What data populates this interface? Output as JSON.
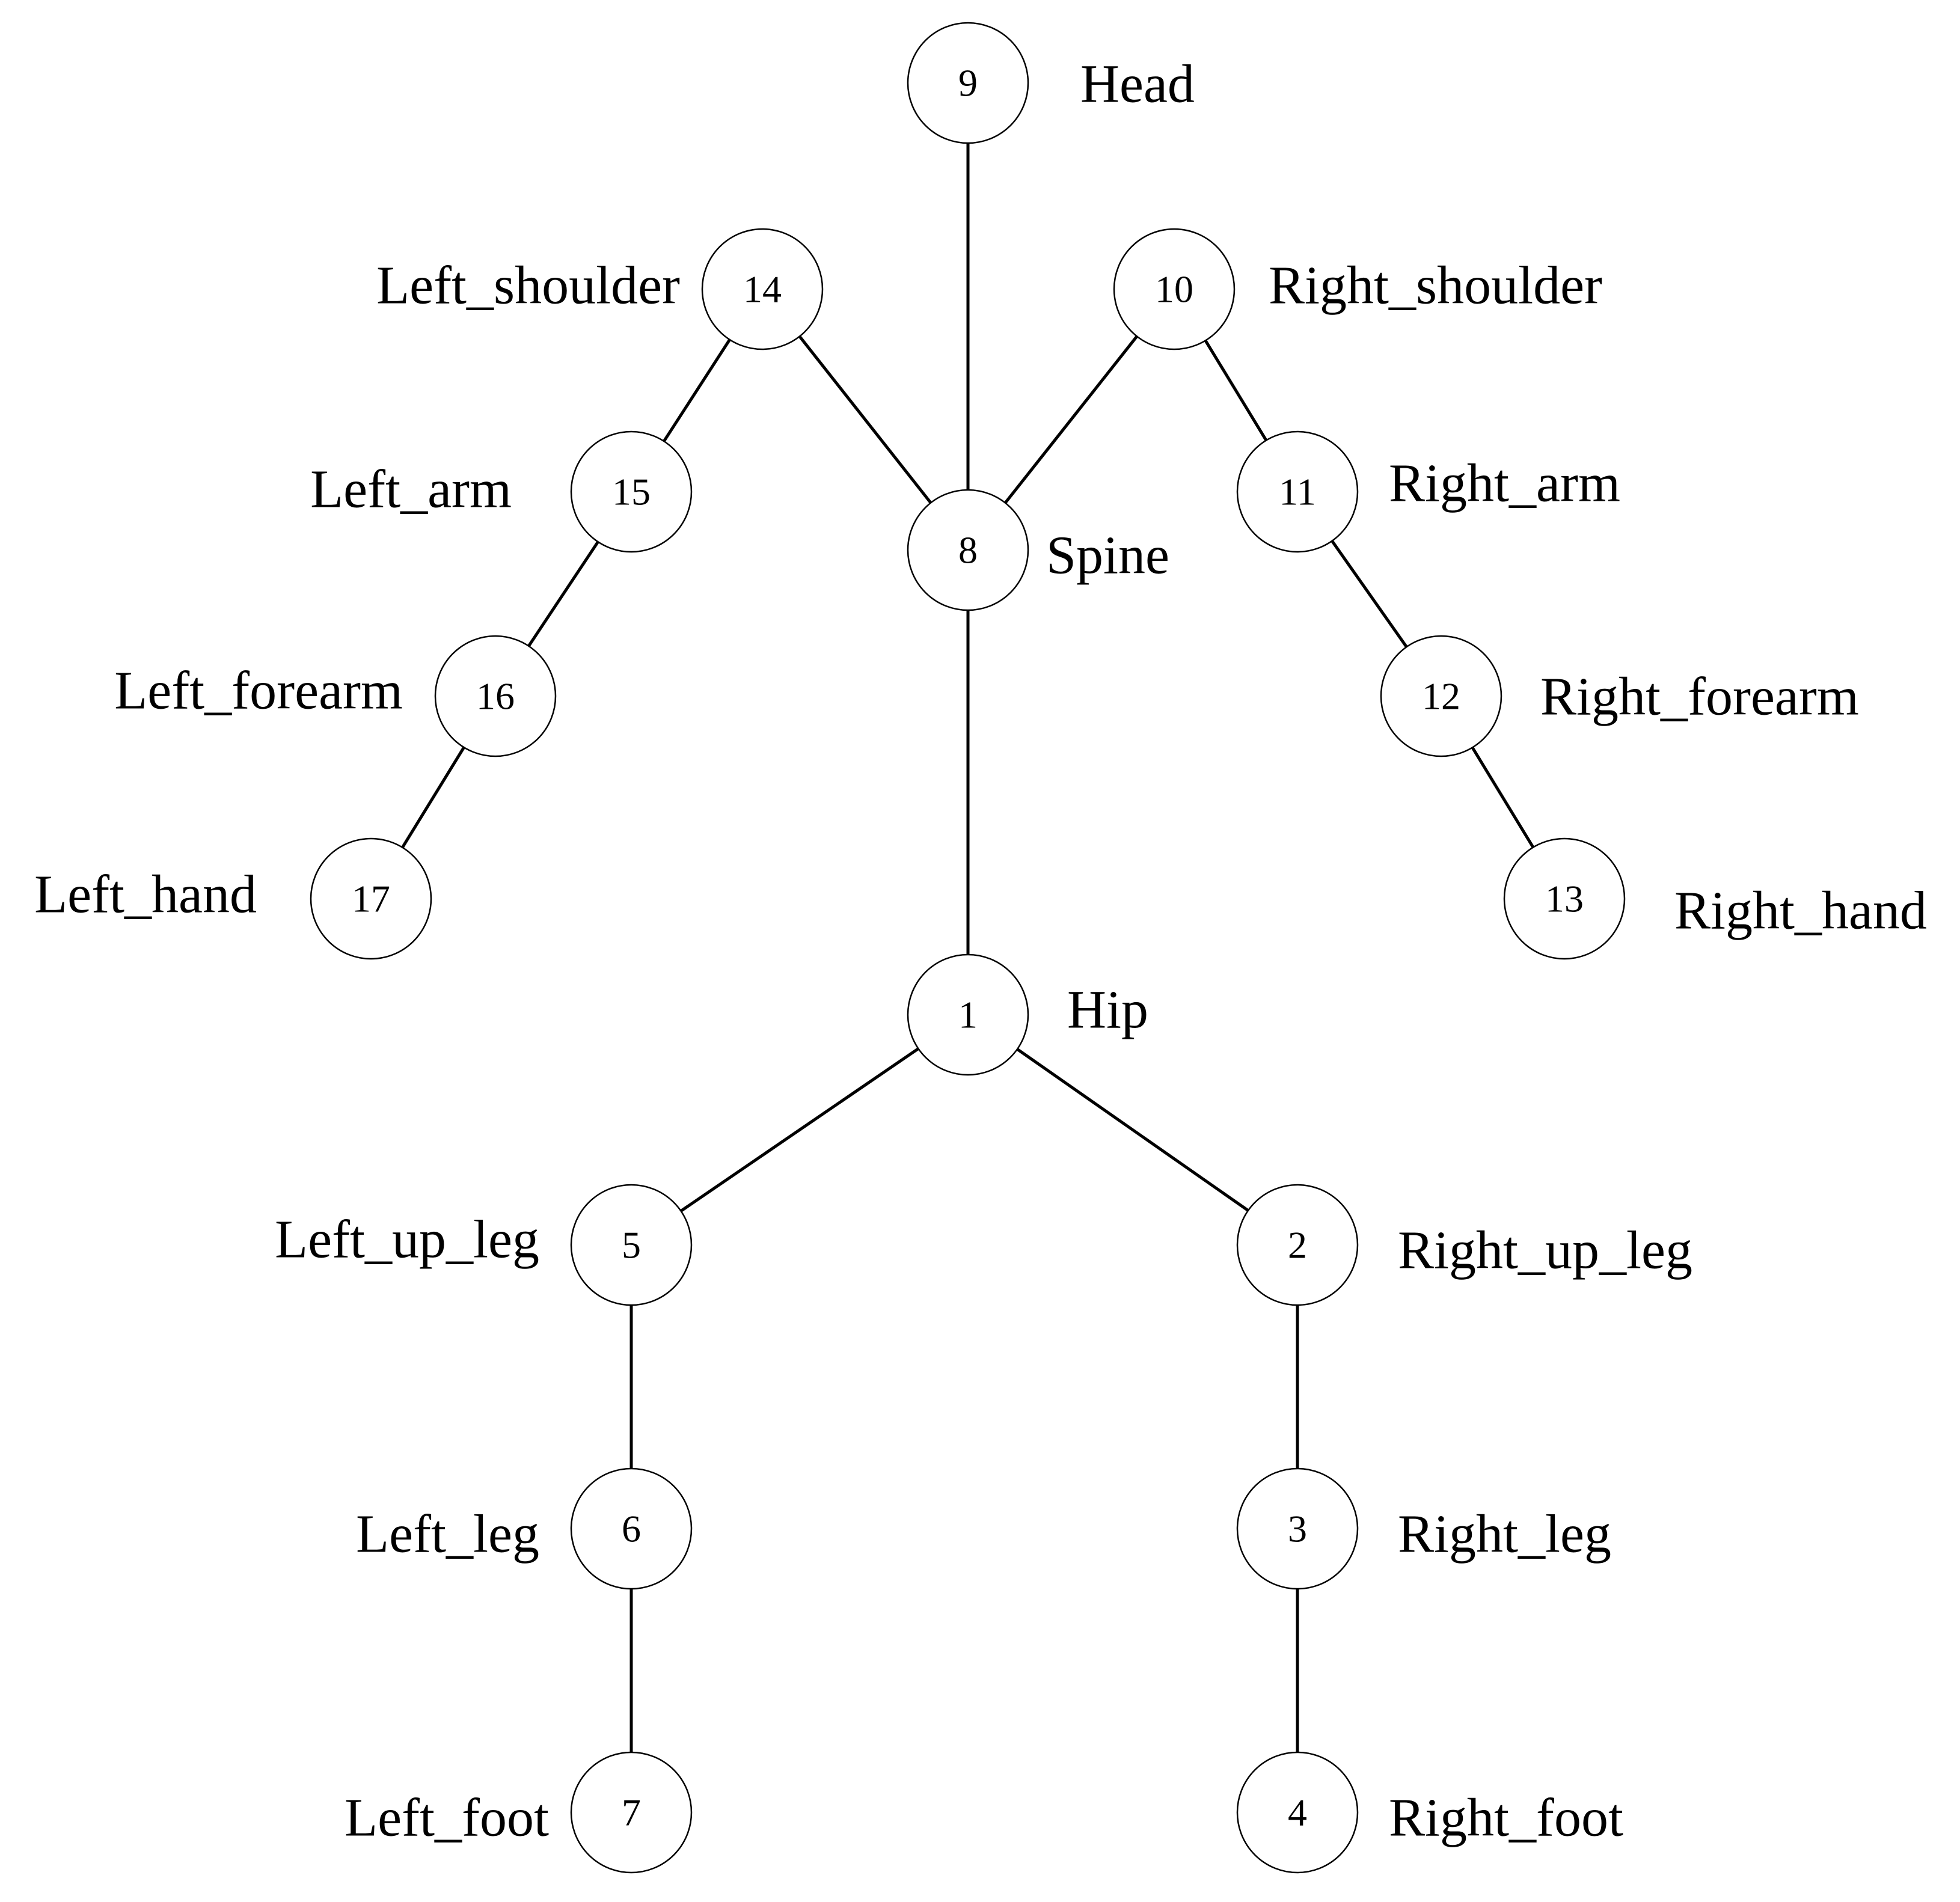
{
  "joints": [
    {
      "id": "1",
      "name": "Hip"
    },
    {
      "id": "2",
      "name": "Right_up_leg"
    },
    {
      "id": "3",
      "name": "Right_leg"
    },
    {
      "id": "4",
      "name": "Right_foot"
    },
    {
      "id": "5",
      "name": "Left_up_leg"
    },
    {
      "id": "6",
      "name": "Left_leg"
    },
    {
      "id": "7",
      "name": "Left_foot"
    },
    {
      "id": "8",
      "name": "Spine"
    },
    {
      "id": "9",
      "name": "Head"
    },
    {
      "id": "10",
      "name": "Right_shoulder"
    },
    {
      "id": "11",
      "name": "Right_arm"
    },
    {
      "id": "12",
      "name": "Right_forearm"
    },
    {
      "id": "13",
      "name": "Right_hand"
    },
    {
      "id": "14",
      "name": "Left_shoulder"
    },
    {
      "id": "15",
      "name": "Left_arm"
    },
    {
      "id": "16",
      "name": "Left_forearm"
    },
    {
      "id": "17",
      "name": "Left_hand"
    }
  ],
  "bones": [
    [
      "9",
      "8"
    ],
    [
      "8",
      "1"
    ],
    [
      "8",
      "14"
    ],
    [
      "14",
      "15"
    ],
    [
      "15",
      "16"
    ],
    [
      "16",
      "17"
    ],
    [
      "8",
      "10"
    ],
    [
      "10",
      "11"
    ],
    [
      "11",
      "12"
    ],
    [
      "12",
      "13"
    ],
    [
      "1",
      "5"
    ],
    [
      "5",
      "6"
    ],
    [
      "6",
      "7"
    ],
    [
      "1",
      "2"
    ],
    [
      "2",
      "3"
    ],
    [
      "3",
      "4"
    ]
  ]
}
